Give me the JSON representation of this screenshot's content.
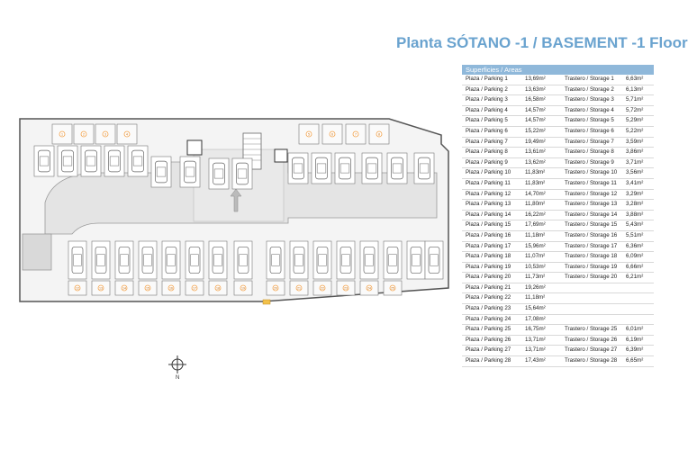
{
  "header": {
    "title": "Planta SÓTANO -1 / BASEMENT -1 Floor"
  },
  "areas": {
    "heading": "Superficies / Areas",
    "rows": [
      {
        "plaza": "Plaza / Parking 1",
        "plaza_area": "13,69m²",
        "storage": "Trastero / Storage 1",
        "storage_area": "6,63m²"
      },
      {
        "plaza": "Plaza / Parking 2",
        "plaza_area": "13,63m²",
        "storage": "Trastero / Storage 2",
        "storage_area": "6,13m²"
      },
      {
        "plaza": "Plaza / Parking 3",
        "plaza_area": "16,58m²",
        "storage": "Trastero / Storage 3",
        "storage_area": "5,71m²"
      },
      {
        "plaza": "Plaza / Parking 4",
        "plaza_area": "14,57m²",
        "storage": "Trastero / Storage 4",
        "storage_area": "5,72m²"
      },
      {
        "plaza": "Plaza / Parking 5",
        "plaza_area": "14,57m²",
        "storage": "Trastero / Storage 5",
        "storage_area": "5,29m²"
      },
      {
        "plaza": "Plaza / Parking 6",
        "plaza_area": "15,22m²",
        "storage": "Trastero / Storage 6",
        "storage_area": "5,22m²"
      },
      {
        "plaza": "Plaza / Parking 7",
        "plaza_area": "19,49m²",
        "storage": "Trastero / Storage 7",
        "storage_area": "3,59m²"
      },
      {
        "plaza": "Plaza / Parking 8",
        "plaza_area": "13,61m²",
        "storage": "Trastero / Storage 8",
        "storage_area": "3,86m²"
      },
      {
        "plaza": "Plaza / Parking 9",
        "plaza_area": "13,62m²",
        "storage": "Trastero / Storage 9",
        "storage_area": "3,71m²"
      },
      {
        "plaza": "Plaza / Parking 10",
        "plaza_area": "11,83m²",
        "storage": "Trastero / Storage 10",
        "storage_area": "3,56m²"
      },
      {
        "plaza": "Plaza / Parking 11",
        "plaza_area": "11,83m²",
        "storage": "Trastero / Storage 11",
        "storage_area": "3,41m²"
      },
      {
        "plaza": "Plaza / Parking 12",
        "plaza_area": "14,70m²",
        "storage": "Trastero / Storage 12",
        "storage_area": "3,29m²"
      },
      {
        "plaza": "Plaza / Parking 13",
        "plaza_area": "11,80m²",
        "storage": "Trastero / Storage 13",
        "storage_area": "3,28m²"
      },
      {
        "plaza": "Plaza / Parking 14",
        "plaza_area": "16,22m²",
        "storage": "Trastero / Storage 14",
        "storage_area": "3,88m²"
      },
      {
        "plaza": "Plaza / Parking 15",
        "plaza_area": "17,69m²",
        "storage": "Trastero / Storage 15",
        "storage_area": "5,43m²"
      },
      {
        "plaza": "Plaza / Parking 16",
        "plaza_area": "11,18m²",
        "storage": "Trastero / Storage 16",
        "storage_area": "5,51m²"
      },
      {
        "plaza": "Plaza / Parking 17",
        "plaza_area": "15,96m²",
        "storage": "Trastero / Storage 17",
        "storage_area": "6,36m²"
      },
      {
        "plaza": "Plaza / Parking 18",
        "plaza_area": "11,07m²",
        "storage": "Trastero / Storage 18",
        "storage_area": "6,09m²"
      },
      {
        "plaza": "Plaza / Parking 19",
        "plaza_area": "10,53m²",
        "storage": "Trastero / Storage 19",
        "storage_area": "6,66m²"
      },
      {
        "plaza": "Plaza / Parking 20",
        "plaza_area": "11,73m²",
        "storage": "Trastero / Storage 20",
        "storage_area": "6,21m²"
      },
      {
        "plaza": "Plaza / Parking 21",
        "plaza_area": "19,26m²",
        "storage": "",
        "storage_area": ""
      },
      {
        "plaza": "Plaza / Parking 22",
        "plaza_area": "11,18m²",
        "storage": "",
        "storage_area": ""
      },
      {
        "plaza": "Plaza / Parking 23",
        "plaza_area": "15,64m²",
        "storage": "",
        "storage_area": ""
      },
      {
        "plaza": "Plaza / Parking 24",
        "plaza_area": "17,08m²",
        "storage": "",
        "storage_area": ""
      },
      {
        "plaza": "Plaza / Parking 25",
        "plaza_area": "16,75m²",
        "storage": "Trastero / Storage 25",
        "storage_area": "6,01m²"
      },
      {
        "plaza": "Plaza / Parking 26",
        "plaza_area": "13,71m²",
        "storage": "Trastero / Storage 26",
        "storage_area": "6,19m²"
      },
      {
        "plaza": "Plaza / Parking 27",
        "plaza_area": "13,71m²",
        "storage": "Trastero / Storage 27",
        "storage_area": "6,39m²"
      },
      {
        "plaza": "Plaza / Parking 28",
        "plaza_area": "17,43m²",
        "storage": "Trastero / Storage 28",
        "storage_area": "6,65m²"
      }
    ]
  },
  "plan": {
    "top_storage_numbers": [
      "1",
      "2",
      "3",
      "4",
      "5",
      "6",
      "7",
      "8",
      "9",
      "10",
      "11"
    ],
    "bottom_storage_numbers": [
      "12",
      "13",
      "14",
      "15",
      "16",
      "17",
      "18",
      "19",
      "20",
      "21",
      "22",
      "23",
      "24",
      "25",
      "26"
    ]
  },
  "compass": {
    "north": "N"
  },
  "colors": {
    "title": "#6aa3cf",
    "table_header": "#8fb8da",
    "car_stroke": "#666666",
    "storage_fill": "#f2a24a"
  }
}
